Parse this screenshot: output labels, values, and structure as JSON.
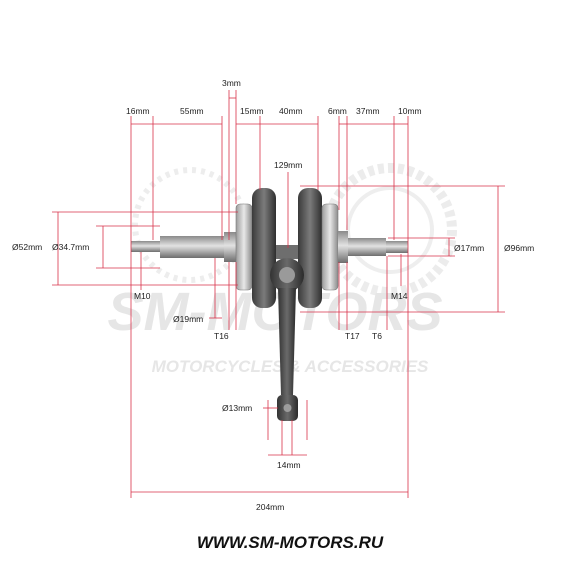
{
  "watermark": {
    "brand": "SM-MOTORS",
    "tagline": "MOTORCYCLES & ACCESSORIES"
  },
  "website": "WWW.SM-MOTORS.RU",
  "dimensions": {
    "d16": "16mm",
    "d55": "55mm",
    "d3": "3mm",
    "d15": "15mm",
    "d40": "40mm",
    "d6": "6mm",
    "d37": "37mm",
    "d10": "10mm",
    "d129": "129mm",
    "dia52": "Ø52mm",
    "dia34_7": "Ø34.7mm",
    "dia17": "Ø17mm",
    "dia96": "Ø96mm",
    "m10": "M10",
    "m14": "M14",
    "dia19": "Ø19mm",
    "t16": "T16",
    "t17": "T17",
    "t6": "T6",
    "dia13": "Ø13mm",
    "d14": "14mm",
    "d204": "204mm"
  },
  "colors": {
    "dimension_line": "#d8324a",
    "metal_dark": "#4a4a4a",
    "metal_light": "#bdbdbd",
    "watermark": "#e6e6e6"
  }
}
